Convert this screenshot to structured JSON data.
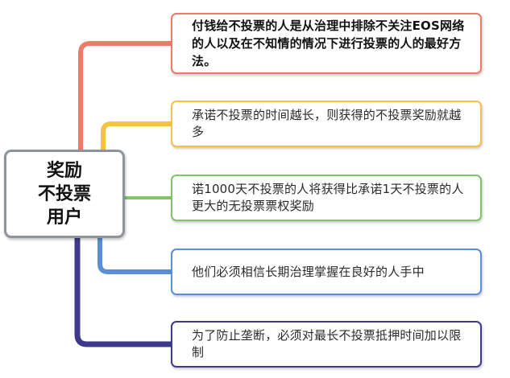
{
  "root": {
    "label": "奖励\n不投票\n用户"
  },
  "branches": [
    {
      "text": "付钱给不投票的人是从治理中排除不关注EOS网络的人以及在不知情的情况下进行投票的人的最好方法。",
      "color": "#f07a6a"
    },
    {
      "text": "承诺不投票的时间越长，则获得的不投票奖励就越多",
      "color": "#f5c242"
    },
    {
      "text": "诺1000天不投票的人将获得比承诺1天不投票的人更大的无投票票权奖励",
      "color": "#82c46a"
    },
    {
      "text": "他们必须相信长期治理掌握在良好的人手中",
      "color": "#5b8fd6"
    },
    {
      "text": "为了防止垄断，必须对最长不投票抵押时间加以限制",
      "color": "#3d3a8c"
    }
  ]
}
